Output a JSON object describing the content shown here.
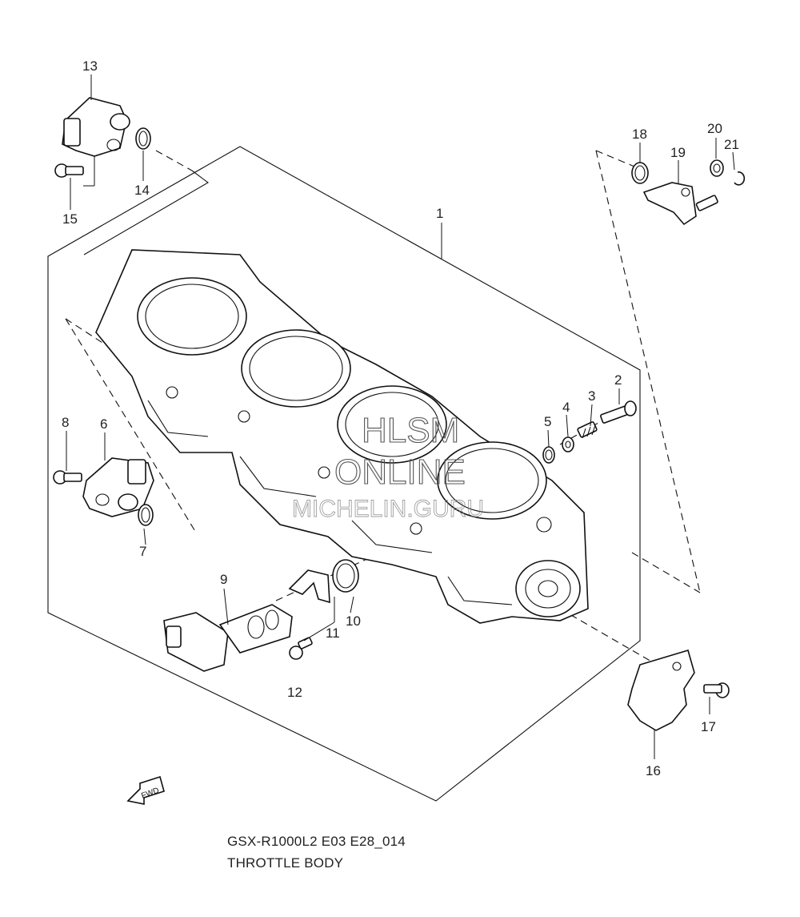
{
  "diagram": {
    "callouts": [
      {
        "id": "1",
        "text": "1"
      },
      {
        "id": "2",
        "text": "2"
      },
      {
        "id": "3",
        "text": "3"
      },
      {
        "id": "4",
        "text": "4"
      },
      {
        "id": "5",
        "text": "5"
      },
      {
        "id": "6",
        "text": "6"
      },
      {
        "id": "7",
        "text": "7"
      },
      {
        "id": "8",
        "text": "8"
      },
      {
        "id": "9",
        "text": "9"
      },
      {
        "id": "10",
        "text": "10"
      },
      {
        "id": "11",
        "text": "11"
      },
      {
        "id": "12",
        "text": "12"
      },
      {
        "id": "13",
        "text": "13"
      },
      {
        "id": "14",
        "text": "14"
      },
      {
        "id": "15",
        "text": "15"
      },
      {
        "id": "16",
        "text": "16"
      },
      {
        "id": "17",
        "text": "17"
      },
      {
        "id": "18",
        "text": "18"
      },
      {
        "id": "19",
        "text": "19"
      },
      {
        "id": "20",
        "text": "20"
      },
      {
        "id": "21",
        "text": "21"
      }
    ],
    "watermark": {
      "line1": "HLSM",
      "line2": "ONLINE",
      "line3": "MICHELIN.GURU"
    },
    "fwd_label": "FWD"
  },
  "caption": {
    "code": "GSX-R1000L2 E03 E28_014",
    "title": "THROTTLE BODY"
  }
}
